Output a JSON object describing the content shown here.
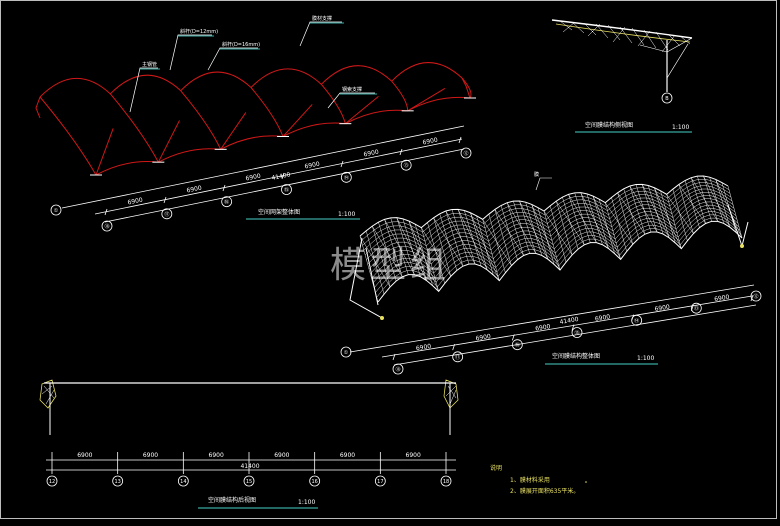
{
  "watermark": "模型组",
  "views": {
    "red_view": {
      "title": "空间网架整体图",
      "scale": "1:100",
      "callouts": [
        "主钢管",
        "斜杆(D=12mm)",
        "斜杆(D=16mm)",
        "膜材支撑",
        "钢索支撑"
      ],
      "dims": [
        "6900",
        "6900",
        "6900",
        "6900",
        "6900",
        "6900"
      ],
      "total": "41400",
      "axes": [
        "①",
        "⑱",
        "⑰",
        "⑯",
        "⑮",
        "⑭",
        "⑬",
        "⑫"
      ]
    },
    "side_view": {
      "title": "空间膜结构侧视图",
      "scale": "1:100",
      "axis": "B"
    },
    "membrane_view": {
      "title": "空间膜结构整体图",
      "scale": "1:100",
      "callout": "膜",
      "dims": [
        "6900",
        "6900",
        "6900",
        "6900",
        "6900",
        "6900"
      ],
      "total": "41400",
      "axes": [
        "①",
        "⑱",
        "⑰",
        "⑯",
        "⑮",
        "⑭",
        "⑬",
        "⑫"
      ]
    },
    "rear_view": {
      "title": "空间膜结构后视图",
      "scale": "1:100",
      "dims": [
        "6900",
        "6900",
        "6900",
        "6900",
        "6900",
        "6900"
      ],
      "total": "41400",
      "axes": [
        "12",
        "13",
        "14",
        "15",
        "16",
        "17",
        "18"
      ]
    }
  },
  "notes": {
    "heading": "说明",
    "items": [
      "1、膜材料采用",
      "2、膜展开面积635平米。"
    ]
  },
  "colors": {
    "background": "#000000",
    "red_structure": "#d01818",
    "white_lines": "#ffffff",
    "yellow_detail": "#e8e060",
    "teal_underline": "#3aa6a0"
  }
}
